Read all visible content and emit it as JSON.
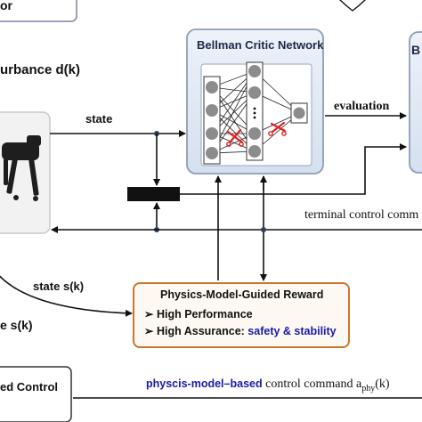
{
  "labels": {
    "top_left_fragment": "or",
    "disturbance": "urbance d(k)",
    "state": "state",
    "evaluation": "evaluation",
    "terminal": "terminal control comm",
    "state_s": "state s(k)",
    "e_s": "e s(k)",
    "ed_control": "ed Control",
    "physics_based_prefix": "physcis-model–based",
    "control_command_text": " control command a",
    "control_command_sub": "phy",
    "control_command_tail": "(k)"
  },
  "critic": {
    "title": "Bellman Critic Network"
  },
  "reward": {
    "title": "Physics-Model-Guided Reward",
    "item1": "High Performance",
    "item2_prefix": "High Assurance: ",
    "item2_highlight": "safety & stability"
  },
  "right_box": {
    "letter": "B"
  },
  "colors": {
    "box_blue_fill": "#dfe7f4",
    "box_blue_border": "#8f9db4",
    "reward_border": "#c9772c",
    "reward_fill": "#fdf9f2",
    "highlight_blue": "#1a1aa8",
    "cut_red": "#dd2222"
  }
}
